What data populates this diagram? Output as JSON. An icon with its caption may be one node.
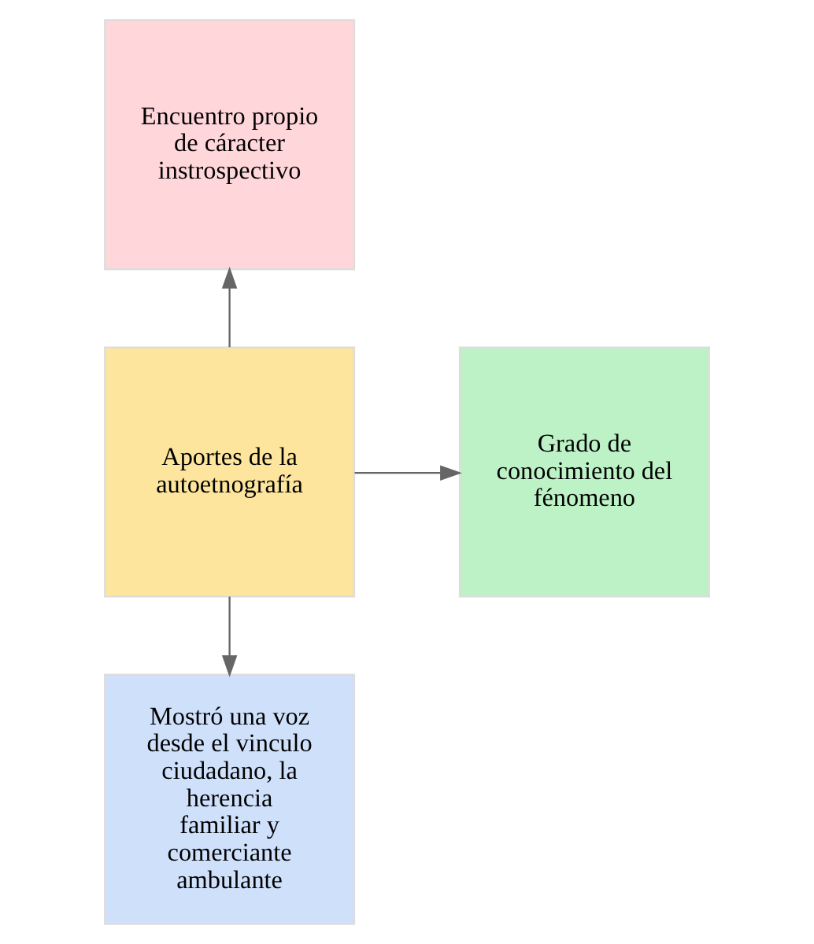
{
  "diagram": {
    "nodes": [
      {
        "text": [
          "Encuentro propio de cáracter instrospectivo"
        ]
      },
      {
        "text": [
          "Grado de conocimiento del fénomeno"
        ]
      },
      {
        "text": [
          "Aportes de la autoetnografía"
        ]
      },
      {
        "text": [
          "Mostró una voz desde el vinculo ciudadano, la herencia familiar y comerciante ambulante"
        ]
      }
    ],
    "edges": [
      {
        "from": 2,
        "to": 0,
        "arrow": "to"
      },
      {
        "from": 2,
        "to": 1,
        "arrow": "to"
      },
      {
        "from": 2,
        "to": 3,
        "arrow": "to"
      }
    ]
  }
}
